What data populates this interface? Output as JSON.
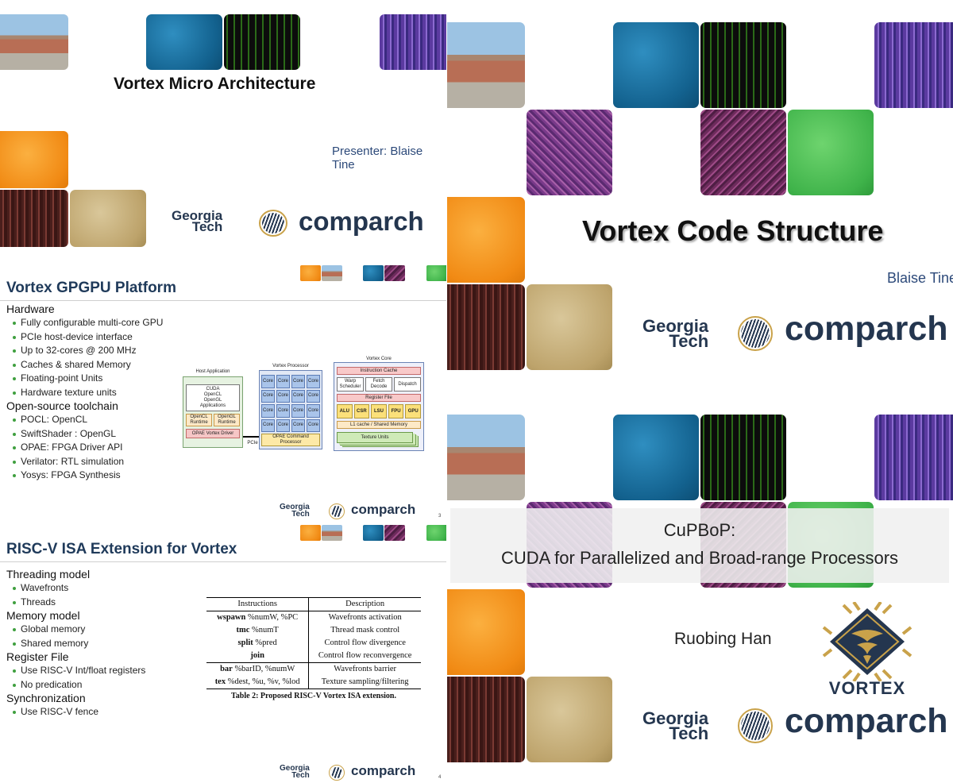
{
  "slide1": {
    "title": "Vortex Micro Architecture",
    "presenter": "Presenter: Blaise Tine"
  },
  "slide2": {
    "title": "Vortex GPGPU Platform",
    "sections": [
      {
        "heading": "Hardware",
        "items": [
          "Fully configurable multi-core GPU",
          "PCIe host-device interface",
          "Up to 32-cores @ 200 MHz",
          "Caches & shared Memory",
          "Floating-point Units",
          "Hardware texture units"
        ]
      },
      {
        "heading": "Open-source toolchain",
        "items": [
          "POCL: OpenCL",
          "SwiftShader : OpenGL",
          "OPAE: FPGA Driver API",
          "Verilator: RTL simulation",
          "Yosys: FPGA Synthesis"
        ]
      }
    ],
    "page_number": "3",
    "diagram": {
      "host_title": "Host Application",
      "host_apps": "CUDA\nOpenCL\nOpenGL\nApplications",
      "opencl_rt": "OpenCL\nRuntime",
      "opengl_rt": "OpenGL\nRuntime",
      "driver": "OPAE Vortex Driver",
      "pcie": "PCIe",
      "proc_title": "Vortex Processor",
      "core": "Core",
      "cmd_proc": "OPAE Command\nProcessor",
      "vcore_title": "Vortex Core",
      "icache": "Instruction Cache",
      "warp": "Warp\nScheduler",
      "fetch": "Fetch\nDecode",
      "dispatch": "Dispatch",
      "regfile": "Register File",
      "units": [
        "ALU",
        "CSR",
        "LSU",
        "FPU",
        "GPU"
      ],
      "l1": "L1 cache / Shared Memory",
      "tex": "Texture Units"
    }
  },
  "slide3": {
    "title": "RISC-V ISA Extension for Vortex",
    "sections": [
      {
        "heading": "Threading model",
        "items": [
          "Wavefronts",
          "Threads"
        ]
      },
      {
        "heading": "Memory model",
        "items": [
          "Global memory",
          "Shared memory"
        ]
      },
      {
        "heading": "Register File",
        "items": [
          "Use RISC-V Int/float registers",
          "No predication"
        ]
      },
      {
        "heading": "Synchronization",
        "items": [
          "Use RISC-V fence"
        ]
      }
    ],
    "page_number": "4",
    "table": {
      "headers": [
        "Instructions",
        "Description"
      ],
      "rows": [
        {
          "op": "wspawn",
          "args": " %numW, %PC",
          "desc": "Wavefronts activation"
        },
        {
          "op": "tmc",
          "args": " %numT",
          "desc": "Thread mask control"
        },
        {
          "op": "split",
          "args": " %pred",
          "desc": "Control flow divergence"
        },
        {
          "op": "join",
          "args": "",
          "desc": "Control flow reconvergence"
        },
        {
          "op": "bar",
          "args": " %barID, %numW",
          "desc": "Wavefronts barrier"
        },
        {
          "op": "tex",
          "args": " %dest, %u, %v, %lod",
          "desc": "Texture sampling/filtering"
        }
      ],
      "caption": "Table 2: Proposed RISC-V Vortex ISA extension."
    }
  },
  "slide4": {
    "title": "Vortex Code Structure",
    "presenter": "Blaise Tine"
  },
  "slide5": {
    "title_line1": "CuPBoP:",
    "title_line2": "CUDA for Parallelized and Broad-range Processors",
    "author": "Ruobing Han",
    "vortex_logo": "VORTEX"
  },
  "branding": {
    "gt_line1": "Georgia",
    "gt_line2": "Tech",
    "comparch": "comparch"
  },
  "colors": {
    "title": "#1f3a5a",
    "brand_navy": "#24364f",
    "bullet_green": "#3f9f3f",
    "presenter_blue": "#2d4a7a"
  }
}
